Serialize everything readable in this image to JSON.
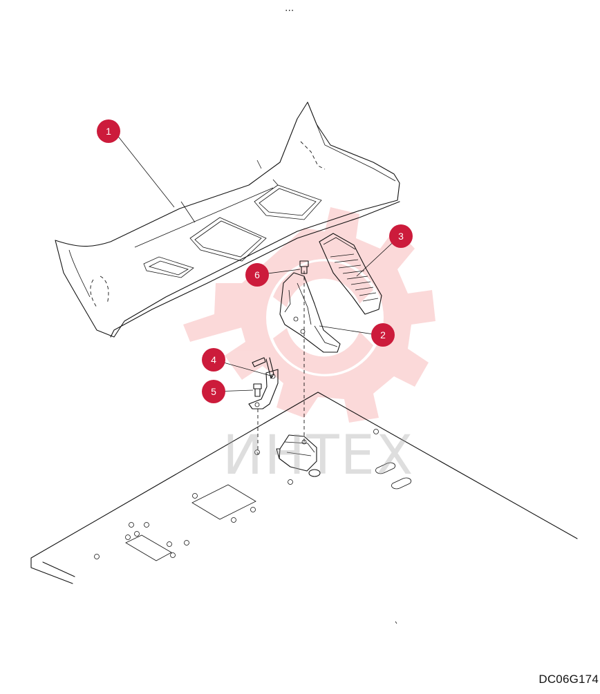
{
  "header": {
    "ellipsis": "..."
  },
  "figure_code": "DC06G174",
  "watermark": {
    "text": "ИНТЕХ",
    "color": "#f2a0a0"
  },
  "callouts": [
    {
      "number": "1"
    },
    {
      "number": "2"
    },
    {
      "number": "3"
    },
    {
      "number": "4"
    },
    {
      "number": "5"
    },
    {
      "number": "6"
    }
  ],
  "colors": {
    "callout_fill": "#cc1b3b",
    "line": "#111111"
  }
}
